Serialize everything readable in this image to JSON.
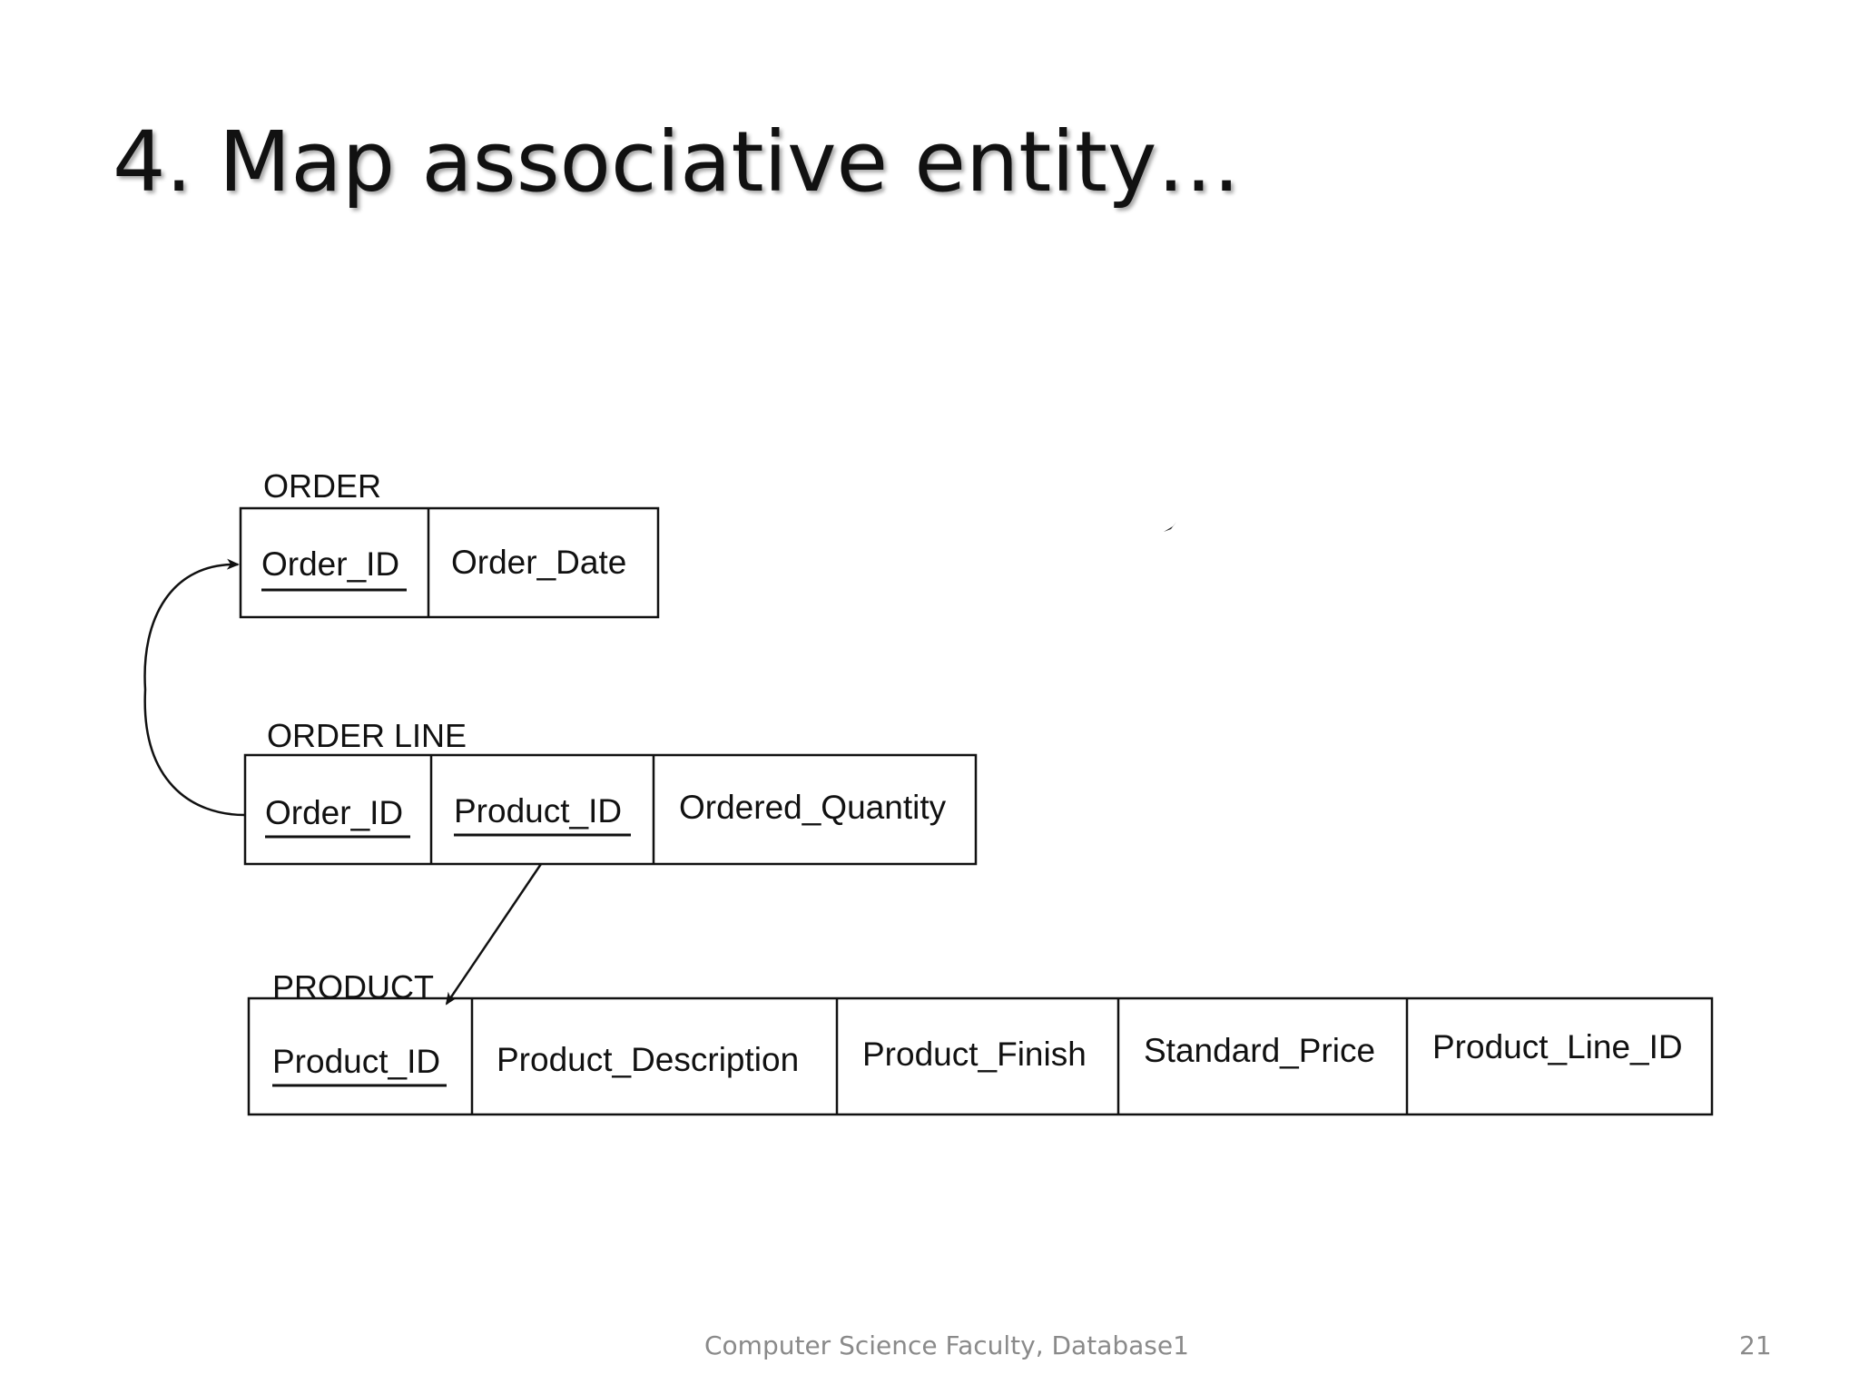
{
  "slide": {
    "title": "4. Map associative entity…",
    "footer": "Computer Science Faculty, Database1",
    "page_number": "21"
  },
  "tables": {
    "order": {
      "name": "ORDER",
      "columns": [
        "Order_ID",
        "Order_Date"
      ]
    },
    "order_line": {
      "name": "ORDER LINE",
      "columns": [
        "Order_ID",
        "Product_ID",
        "Ordered_Quantity"
      ]
    },
    "product": {
      "name": "PRODUCT",
      "columns": [
        "Product_ID",
        "Product_Description",
        "Product_Finish",
        "Standard_Price",
        "Product_Line_ID"
      ]
    }
  },
  "relationships": [
    {
      "from": "ORDER LINE.Order_ID",
      "to": "ORDER.Order_ID"
    },
    {
      "from": "ORDER LINE.Product_ID",
      "to": "PRODUCT.Product_ID"
    }
  ]
}
